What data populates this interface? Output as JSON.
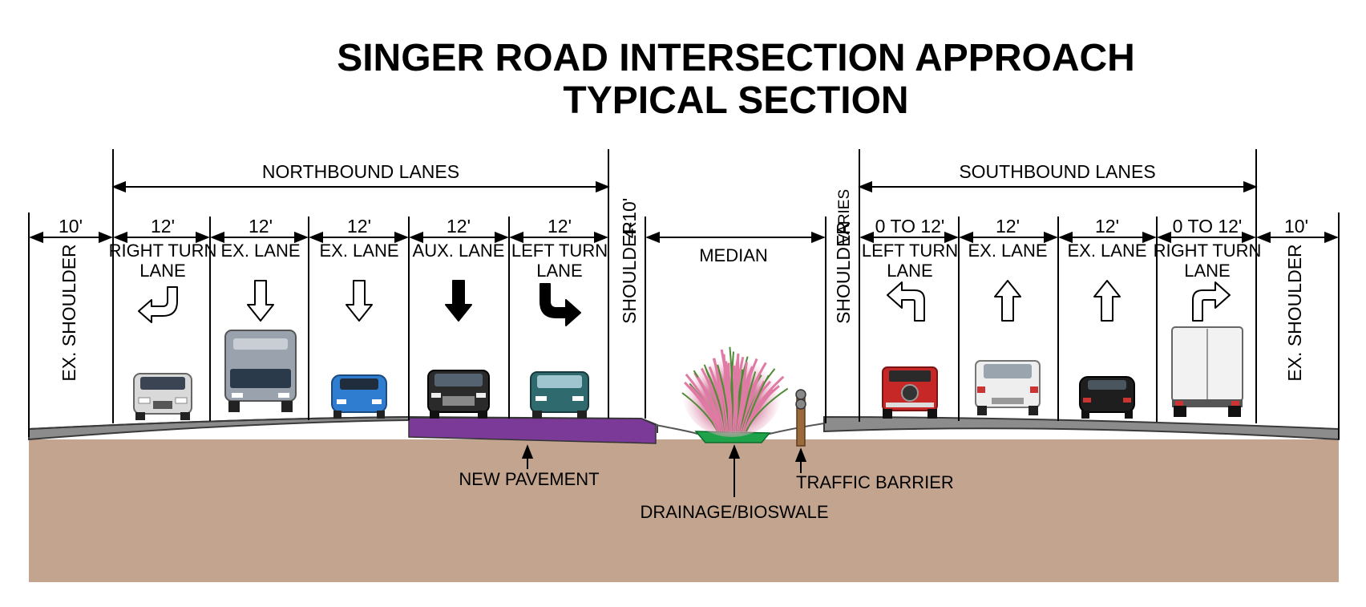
{
  "title": {
    "line1": "SINGER ROAD INTERSECTION APPROACH",
    "line2": "TYPICAL SECTION"
  },
  "groups": {
    "northbound": "NORTHBOUND LANES",
    "southbound": "SOUTHBOUND LANES"
  },
  "widths": {
    "nb_shoulder": "10'",
    "nb_right_turn": "12'",
    "nb_ex_lane_1": "12'",
    "nb_ex_lane_2": "12'",
    "nb_aux_lane": "12'",
    "nb_left_turn": "12'",
    "nb_inner_shoulder": "4-10'",
    "sb_inner_shoulder": "VARIES",
    "sb_left_turn": "0 TO 12'",
    "sb_ex_lane_1": "12'",
    "sb_ex_lane_2": "12'",
    "sb_right_turn": "0 TO 12'",
    "sb_shoulder": "10'"
  },
  "lanes": {
    "nb_right_turn": [
      "RIGHT TURN",
      "LANE"
    ],
    "nb_ex_lane_1": "EX. LANE",
    "nb_ex_lane_2": "EX. LANE",
    "nb_aux_lane": "AUX. LANE",
    "nb_left_turn": [
      "LEFT TURN",
      "LANE"
    ],
    "median": "MEDIAN",
    "sb_left_turn": [
      "LEFT TURN",
      "LANE"
    ],
    "sb_ex_lane_1": "EX. LANE",
    "sb_ex_lane_2": "EX. LANE",
    "sb_right_turn": [
      "RIGHT TURN",
      "LANE"
    ]
  },
  "shoulders": {
    "nb_outer": "EX. SHOULDER",
    "nb_inner": "SHOULDER",
    "sb_inner": "SHOULDER",
    "sb_outer": "EX. SHOULDER"
  },
  "callouts": {
    "new_pavement": "NEW PAVEMENT",
    "drainage": "DRAINAGE/BIOSWALE",
    "traffic_barrier": "TRAFFIC BARRIER"
  },
  "colors": {
    "ground": "#c3a58f",
    "pavement": "#8c8c8c",
    "pavement_edge": "#3a3a3a",
    "new_pavement": "#7b3a98",
    "bioswale": "#1fa34a",
    "grass_pink": "#e58bb0",
    "barrier": "#9b6a3c"
  },
  "icons": {
    "nb_right_turn": "curved-return-arrow-icon",
    "nb_ex_lane_1": "down-arrow-icon",
    "nb_ex_lane_2": "down-arrow-icon",
    "nb_aux_lane": "down-arrow-icon",
    "nb_left_turn": "curved-turn-arrow-icon",
    "sb_left_turn": "left-turn-arrow-icon",
    "sb_ex_lane_1": "up-arrow-icon",
    "sb_ex_lane_2": "up-arrow-icon",
    "sb_right_turn": "right-turn-arrow-icon"
  }
}
